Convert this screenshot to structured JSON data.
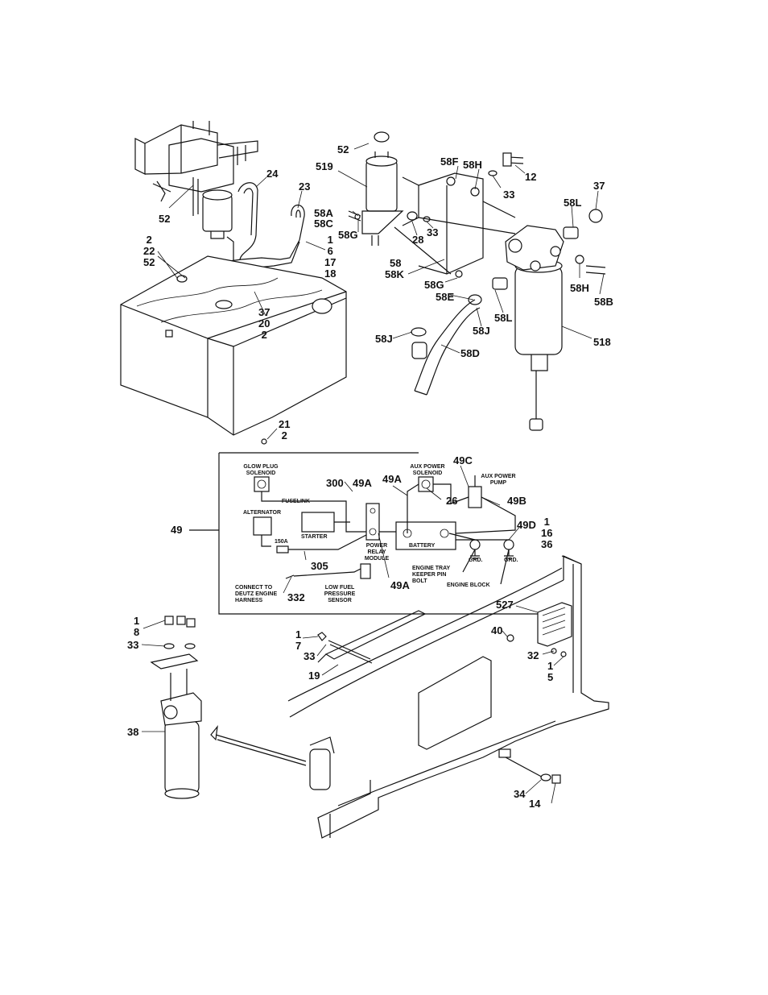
{
  "labels": {
    "top": {
      "c52a": "52",
      "c519": "519",
      "c58f": "58F",
      "c58h_a": "58H",
      "c12": "12",
      "c33a": "33",
      "c37a": "37",
      "c24": "24",
      "c23": "23",
      "c52b": "52",
      "c58a": "58A",
      "c58c": "58C",
      "c58g_a": "58G",
      "c28": "28",
      "c33b": "33",
      "c58l_a": "58L",
      "st_2_22_52": [
        "2",
        "22",
        "52"
      ],
      "st_1_6_17_18": [
        "1",
        "6",
        "17",
        "18"
      ],
      "c58": "58",
      "c58k": "58K",
      "c58g_b": "58G",
      "c58e": "58E",
      "c58h_b": "58H",
      "c58b": "58B",
      "st_37_20_2": [
        "37",
        "20",
        "2"
      ],
      "c58l_b": "58L",
      "c58j_a": "58J",
      "c58j_b": "58J",
      "c58d": "58D",
      "c518": "518",
      "st_21_2": [
        "21",
        "2"
      ]
    },
    "schematic": {
      "c49": "49",
      "c300": "300",
      "c49a_a": "49A",
      "c49a_b": "49A",
      "c49c": "49C",
      "c26": "26",
      "c49b": "49B",
      "c49d": "49D",
      "st_1_16_36": [
        "1",
        "16",
        "36"
      ],
      "c305": "305",
      "c49a_c": "49A",
      "c332": "332",
      "glow_plug": [
        "GLOW PLUG",
        "SOLENOID"
      ],
      "fuselink": "FUSELINK",
      "alternator": "ALTERNATOR",
      "starter": "STARTER",
      "amp150": "150A",
      "power_relay": [
        "POWER",
        "RELAY",
        "MODULE"
      ],
      "aux_solenoid": [
        "AUX POWER",
        "SOLENOID"
      ],
      "aux_pump": [
        "AUX POWER",
        "PUMP"
      ],
      "battery": "BATTERY",
      "grd1": "GRD.",
      "grd2": "GRD.",
      "keeper": [
        "ENGINE TRAY",
        "KEEPER PIN",
        "BOLT"
      ],
      "engine_block": "ENGINE BLOCK",
      "connect_deutz": [
        "CONNECT TO",
        "DEUTZ ENGINE",
        "HARNESS"
      ],
      "low_fuel": [
        "LOW FUEL",
        "PRESSURE",
        "SENSOR"
      ]
    },
    "bottom": {
      "st_1_8": [
        "1",
        "8"
      ],
      "c33c": "33",
      "c38": "38",
      "st_1_7": [
        "1",
        "7"
      ],
      "c33d": "33",
      "c19": "19",
      "c527": "527",
      "c40": "40",
      "c32": "32",
      "st_1_5": [
        "1",
        "5"
      ],
      "c34": "34",
      "c14": "14"
    }
  }
}
